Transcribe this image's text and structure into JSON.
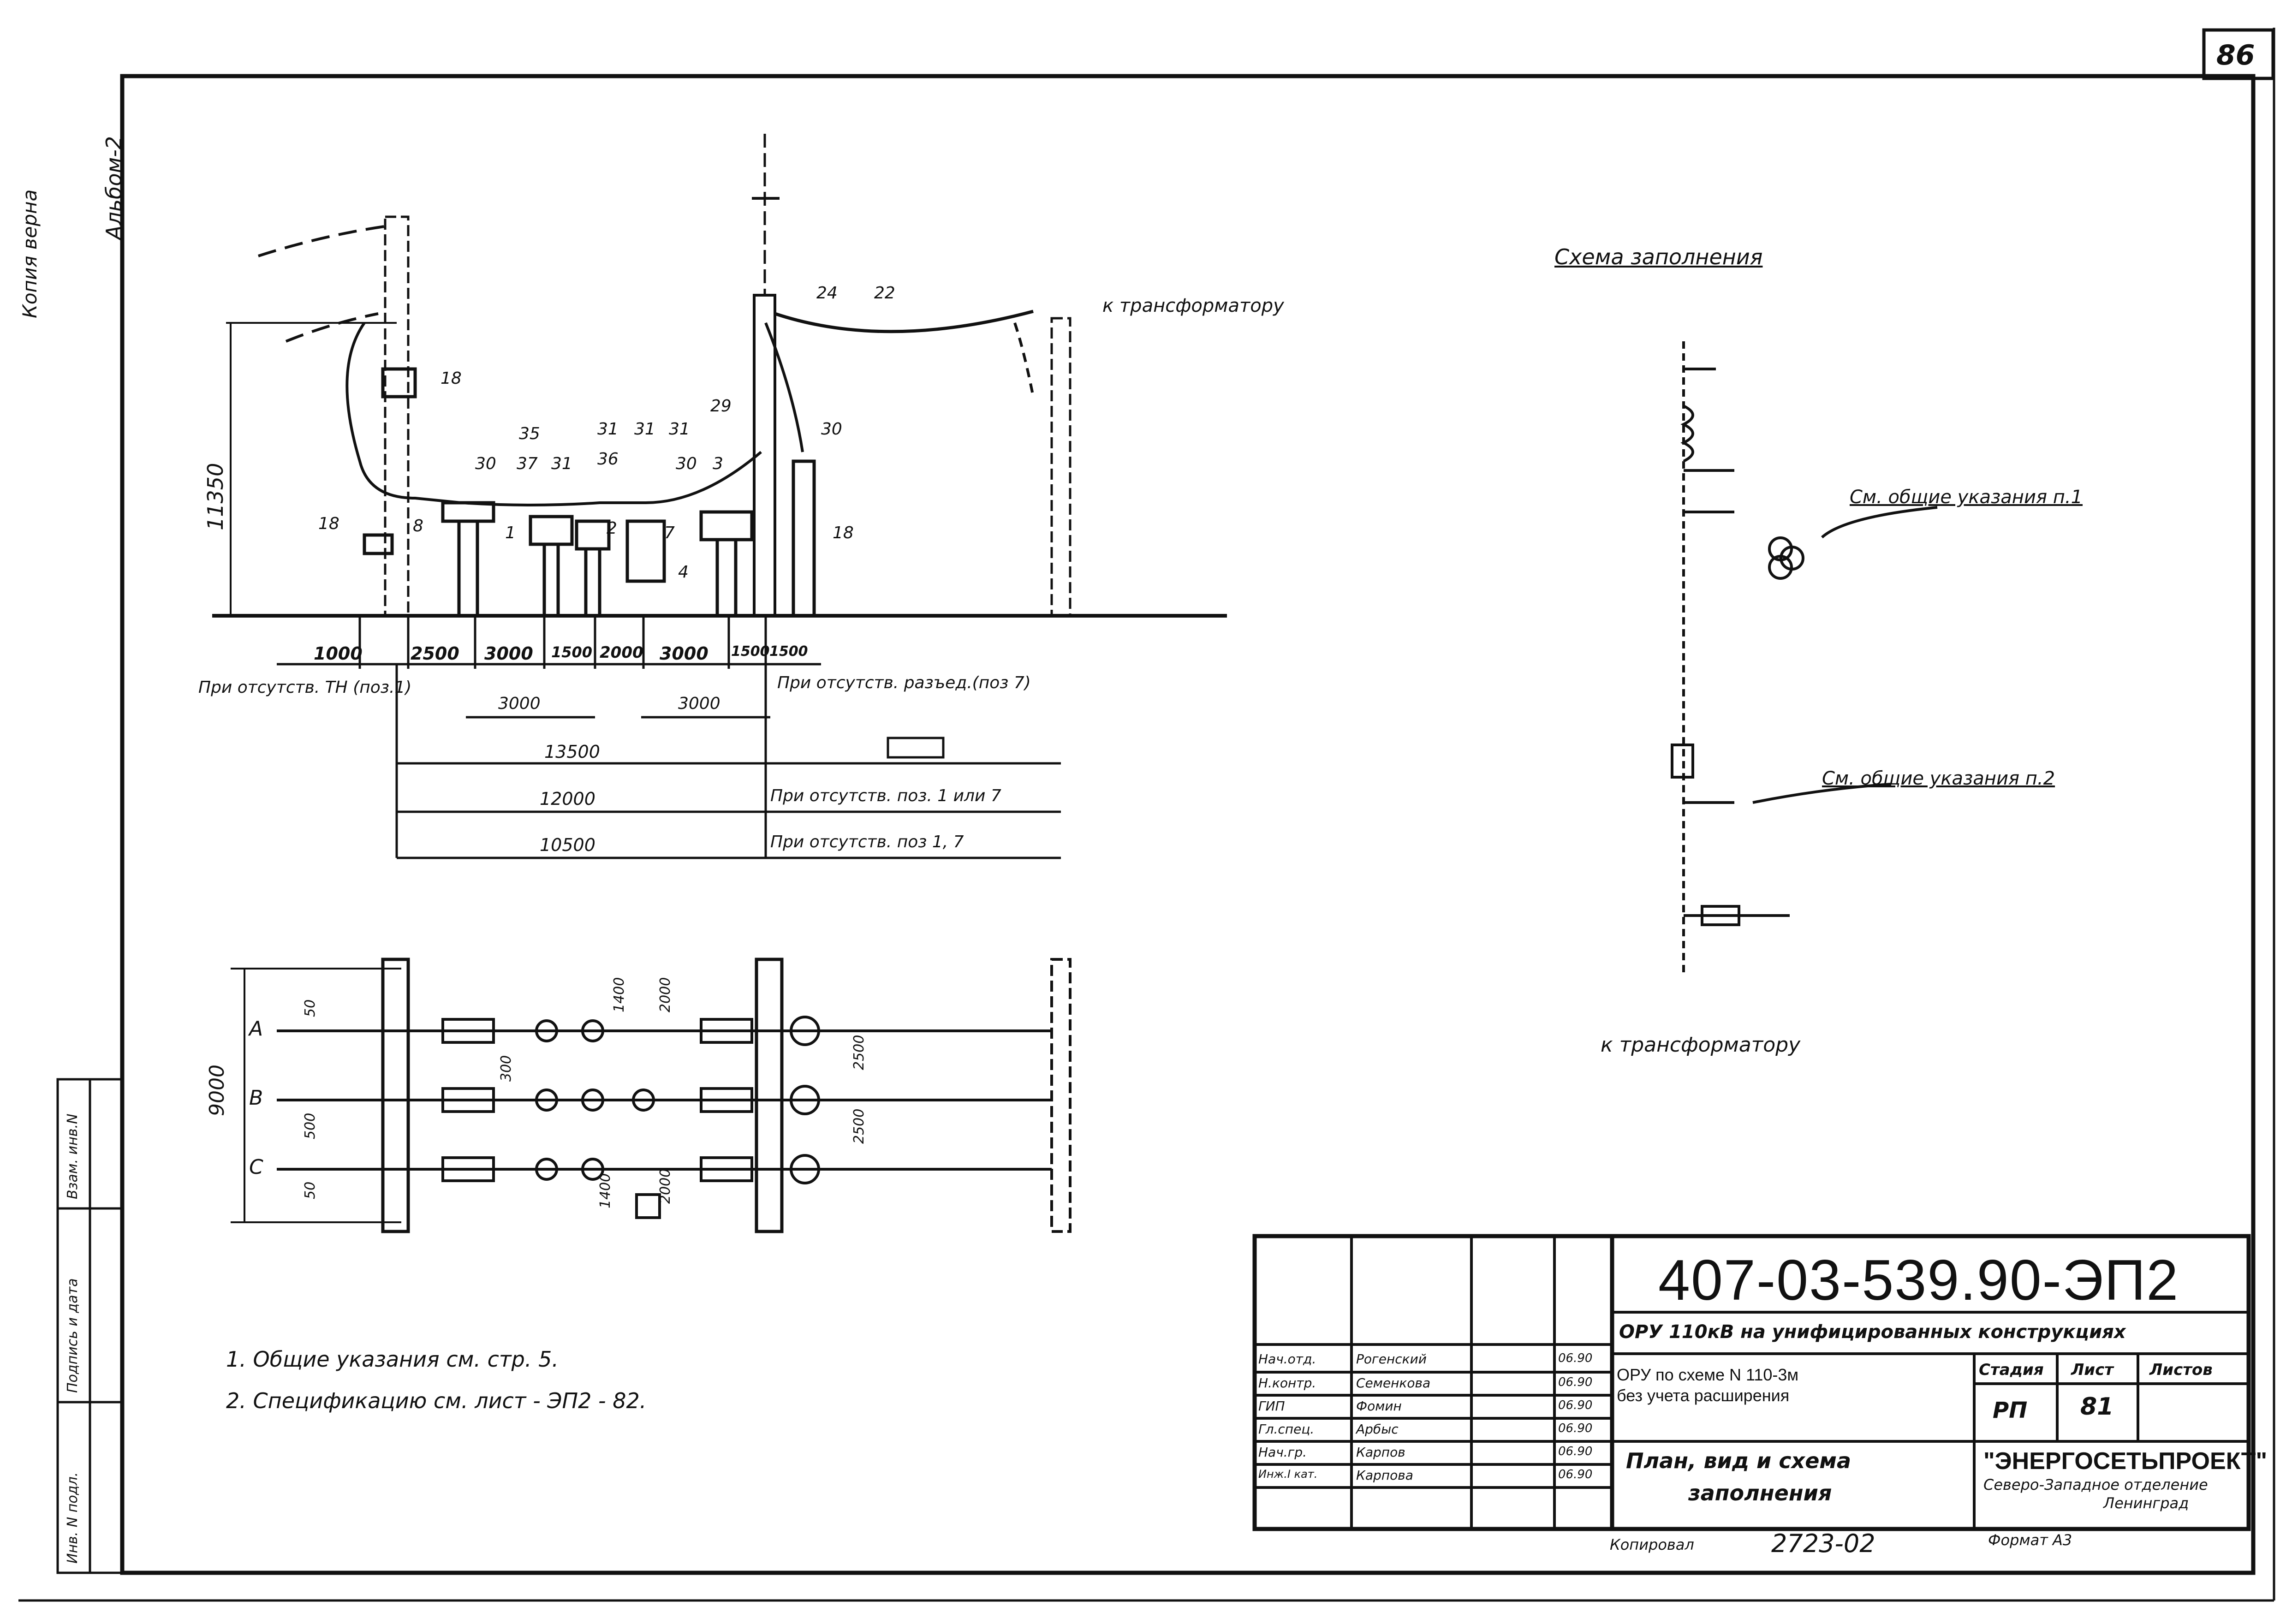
{
  "page_number": "86",
  "margin_left_top": "Копия верна",
  "album": "Альбом-2",
  "elevation": {
    "dims_bottom": [
      "1000",
      "2500",
      "3000",
      "1500",
      "2000",
      "3000",
      "1500",
      "1500"
    ],
    "height_dim": "11350",
    "note_left": "При отсутств. ТН (поз.1)",
    "note_right": "При отсутств. разъед.(поз 7)",
    "dim_3000_a": "3000",
    "dim_3000_b": "3000",
    "total_13500": "13500",
    "total_12000": "12000",
    "total_10500": "10500",
    "note_12000": "При отсутств. поз. 1 или 7",
    "note_10500": "При отсутств. поз 1, 7",
    "to_transformer": "к трансформатору",
    "positions": [
      "18",
      "18",
      "8",
      "1",
      "2",
      "4",
      "7",
      "18",
      "35",
      "37",
      "31",
      "31",
      "31",
      "31",
      "30",
      "36",
      "30",
      "30",
      "3",
      "24",
      "22",
      "29",
      "30"
    ]
  },
  "plan": {
    "width_dim": "9000",
    "phases": [
      "A",
      "B",
      "C"
    ],
    "dims": [
      "50",
      "500",
      "50",
      "300",
      "1400",
      "1400",
      "2000",
      "2000",
      "2500",
      "2500"
    ]
  },
  "scheme": {
    "title": "Схема заполнения",
    "note1": "См. общие указания п.1",
    "note2": "См. общие указания п.2",
    "to_transformer": "к трансформатору"
  },
  "notes": [
    "1.  Общие указания см. стр. 5.",
    "2.  Спецификацию см. лист - ЭП2 - 82."
  ],
  "left_stamp": [
    "Инв. N подл.",
    "Подпись и дата",
    "Взам. инв.N"
  ],
  "title_block": {
    "code": "407-03-539.90-ЭП2",
    "name_line": "ОРУ 110кВ на унифицированных конструкциях",
    "desc1": "ОРУ по схеме N 110-3м",
    "desc2": "без учета расширения",
    "sheet_title1": "План, вид и схема",
    "sheet_title2": "заполнения",
    "stage_h": "Стадия",
    "sheet_h": "Лист",
    "sheets_h": "Листов",
    "stage": "РП",
    "sheet": "81",
    "org1": "\"ЭНЕРГОСЕТЬПРОЕКТ\"",
    "org2": "Северо-Западное отделение",
    "org3": "Ленинград",
    "roles": [
      "Нач.отд.",
      "Н.контр.",
      "ГИП",
      "Гл.спец.",
      "Нач.гр.",
      "Инж.I кат."
    ],
    "names": [
      "Рогенский",
      "Семенкова",
      "Фомин",
      "Арбыс",
      "Карпов",
      "Карпова"
    ],
    "dates": [
      "06.90",
      "06.90",
      "06.90",
      "06.90",
      "06.90",
      "06.90"
    ],
    "copied": "Копировал",
    "inv": "2723-02",
    "format": "Формат А3"
  }
}
